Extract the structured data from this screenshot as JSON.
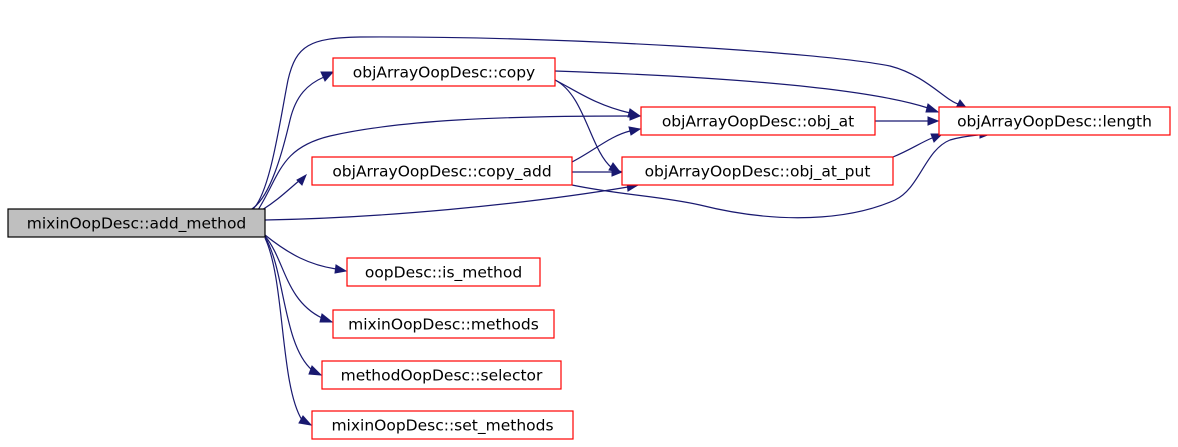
{
  "diagram": {
    "type": "call-graph",
    "colors": {
      "edge": "#191970",
      "node_border": "#ff0000",
      "root_border": "#000000",
      "root_fill": "#bfbfbf",
      "node_fill": "#ffffff"
    },
    "nodes": {
      "mixin_add_method": {
        "label": "mixinOopDesc::add_method",
        "root": true
      },
      "objarray_copy": {
        "label": "objArrayOopDesc::copy"
      },
      "objarray_copy_add": {
        "label": "objArrayOopDesc::copy_add"
      },
      "objarray_obj_at": {
        "label": "objArrayOopDesc::obj_at"
      },
      "objarray_obj_at_put": {
        "label": "objArrayOopDesc::obj_at_put"
      },
      "objarray_length": {
        "label": "objArrayOopDesc::length"
      },
      "oop_is_method": {
        "label": "oopDesc::is_method"
      },
      "mixin_methods": {
        "label": "mixinOopDesc::methods"
      },
      "method_selector": {
        "label": "methodOopDesc::selector"
      },
      "mixin_set_methods": {
        "label": "mixinOopDesc::set_methods"
      }
    },
    "edges": [
      {
        "from": "mixin_add_method",
        "to": "objarray_copy"
      },
      {
        "from": "mixin_add_method",
        "to": "objarray_copy_add"
      },
      {
        "from": "mixin_add_method",
        "to": "objarray_obj_at"
      },
      {
        "from": "mixin_add_method",
        "to": "objarray_obj_at_put"
      },
      {
        "from": "mixin_add_method",
        "to": "objarray_length"
      },
      {
        "from": "mixin_add_method",
        "to": "oop_is_method"
      },
      {
        "from": "mixin_add_method",
        "to": "mixin_methods"
      },
      {
        "from": "mixin_add_method",
        "to": "method_selector"
      },
      {
        "from": "mixin_add_method",
        "to": "mixin_set_methods"
      },
      {
        "from": "objarray_copy",
        "to": "objarray_obj_at"
      },
      {
        "from": "objarray_copy",
        "to": "objarray_obj_at_put"
      },
      {
        "from": "objarray_copy",
        "to": "objarray_length"
      },
      {
        "from": "objarray_copy_add",
        "to": "objarray_obj_at"
      },
      {
        "from": "objarray_copy_add",
        "to": "objarray_obj_at_put"
      },
      {
        "from": "objarray_copy_add",
        "to": "objarray_length"
      },
      {
        "from": "objarray_obj_at",
        "to": "objarray_length"
      },
      {
        "from": "objarray_obj_at_put",
        "to": "objarray_length"
      }
    ]
  }
}
